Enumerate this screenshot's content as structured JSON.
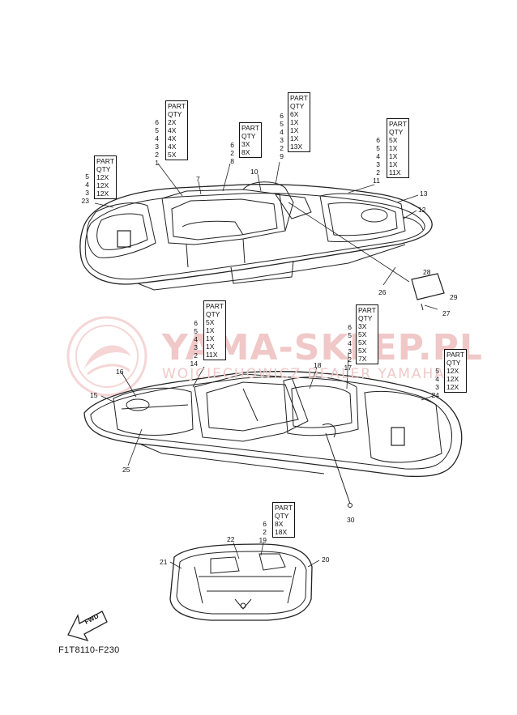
{
  "watermark": {
    "main": "YAMA-SKLEP.PL",
    "sub": "WOJCIECHOWICZ DEALER YAMAHA"
  },
  "header_part": "PART",
  "header_qty": "QTY",
  "qty_tables": [
    {
      "id": "t1",
      "parts": [
        "5",
        "4",
        "3",
        "23"
      ],
      "qtys": [
        "12X",
        "12X",
        "12X"
      ]
    },
    {
      "id": "t2",
      "parts": [
        "6",
        "5",
        "4",
        "3",
        "2",
        "1"
      ],
      "qtys": [
        "2X",
        "4X",
        "4X",
        "4X",
        "5X"
      ]
    },
    {
      "id": "t3",
      "parts": [
        "6",
        "2",
        "8"
      ],
      "qtys": [
        "3X",
        "8X"
      ]
    },
    {
      "id": "t4",
      "parts": [
        "6",
        "5",
        "4",
        "3",
        "2",
        "9"
      ],
      "qtys": [
        "6X",
        "1X",
        "1X",
        "1X",
        "13X"
      ]
    },
    {
      "id": "t5",
      "parts": [
        "6",
        "5",
        "4",
        "3",
        "2",
        "11"
      ],
      "qtys": [
        "5X",
        "1X",
        "1X",
        "1X",
        "11X"
      ]
    },
    {
      "id": "t6",
      "parts": [
        "6",
        "5",
        "4",
        "3",
        "2",
        "14"
      ],
      "qtys": [
        "5X",
        "1X",
        "1X",
        "1X",
        "11X"
      ]
    },
    {
      "id": "t7",
      "parts": [
        "6",
        "5",
        "4",
        "3",
        "2",
        "17"
      ],
      "qtys": [
        "3X",
        "5X",
        "5X",
        "5X",
        "7X"
      ]
    },
    {
      "id": "t8",
      "parts": [
        "5",
        "4",
        "3",
        "24"
      ],
      "qtys": [
        "12X",
        "12X",
        "12X"
      ]
    },
    {
      "id": "t9",
      "parts": [
        "6",
        "2",
        "19"
      ],
      "qtys": [
        "8X",
        "18X"
      ]
    }
  ],
  "callouts": {
    "c7": "7",
    "c10": "10",
    "c13": "13",
    "c12": "12",
    "c28": "28",
    "c29": "29",
    "c26": "26",
    "c27": "27",
    "c16": "16",
    "c15": "15",
    "c18": "18",
    "c25": "25",
    "c30": "30",
    "c22": "22",
    "c21": "21",
    "c20": "20"
  },
  "fwd_label": "FWD",
  "figure_code": "F1T8110-F230"
}
